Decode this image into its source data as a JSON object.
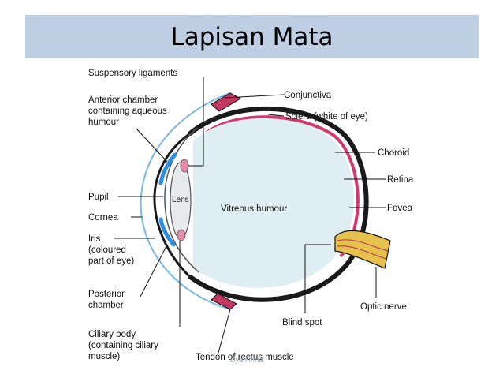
{
  "title": "Lapisan Mata",
  "labels": {
    "suspensory_ligaments": "Suspensory ligaments",
    "anterior_chamber": [
      "Anterior chamber",
      "containing aqueous",
      "humour"
    ],
    "pupil": "Pupil",
    "cornea": "Cornea",
    "iris": [
      "Iris",
      "(coloured",
      "part of eye)"
    ],
    "posterior_chamber": [
      "Posterior",
      "chamber"
    ],
    "ciliary_body": [
      "Ciliary body",
      "(containing ciliary",
      "muscle)"
    ],
    "tendon": "Tendon of rectus muscle",
    "lens": "Lens",
    "vitreous_humour": "Vitreous humour",
    "blind_spot": "Blind spot",
    "conjunctiva": "Conjunctiva",
    "sclera": "Sclera (white of eye)",
    "choroid": "Choroid",
    "retina": "Retina",
    "fovea": "Fovea",
    "optic_nerve": "Optic nerve"
  },
  "watermark": "Dyah Irma",
  "colors": {
    "title_bar": "#bfcfe3",
    "vitreous": "#dfeef2",
    "sclera": "#1a1a1a",
    "choroid": "#d2386c",
    "cornea": "#7ab8e6",
    "iris": "#2b8fe3",
    "optic_nerve": "#e6c24c"
  }
}
